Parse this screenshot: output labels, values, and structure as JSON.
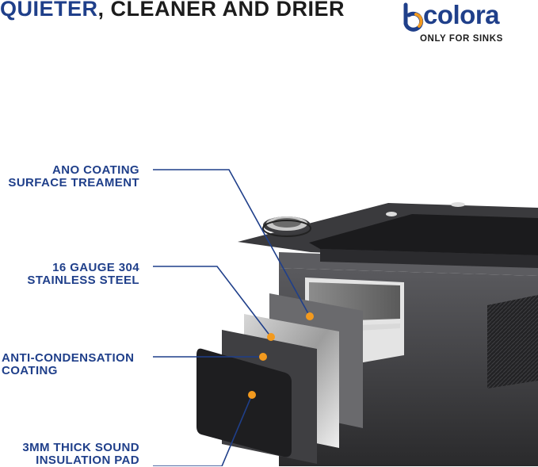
{
  "headline": {
    "accent": "QUIETER",
    "rest": ", CLEANER AND DRIER"
  },
  "brand": {
    "name": "colora",
    "tagline": "ONLY FOR SINKS",
    "color": "#1f3f8a"
  },
  "callouts": {
    "coating": [
      "ANO COATING",
      "SURFACE TREAMENT"
    ],
    "steel": [
      "16 GAUGE 304",
      "STAINLESS STEEL"
    ],
    "anti": [
      "ANTI-CONDENSATION",
      "COATING"
    ],
    "pad": [
      "3MM THICK SOUND",
      "INSULATION PAD"
    ]
  },
  "colors": {
    "label_blue": "#1f3f8a",
    "marker_orange": "#f39a1e",
    "sink_dark": "#2d2d2f"
  }
}
